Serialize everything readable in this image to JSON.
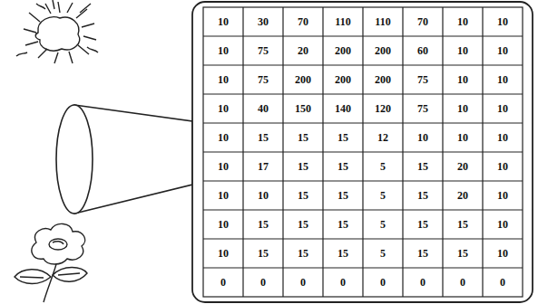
{
  "diagram": {
    "labels": [
      "10",
      "30",
      "70",
      "110",
      "110",
      "70",
      "10",
      "10",
      "10",
      "75",
      "20",
      "200",
      "200",
      "60",
      "10",
      "10",
      "10",
      "75",
      "200",
      "200",
      "200",
      "75",
      "10",
      "10",
      "10",
      "40",
      "150",
      "140",
      "120",
      "75",
      "10",
      "10",
      "10",
      "15",
      "15",
      "15",
      "12",
      "10",
      "10",
      "10",
      "10",
      "17",
      "15",
      "15",
      "5",
      "15",
      "20",
      "10",
      "10",
      "10",
      "15",
      "15",
      "5",
      "15",
      "20",
      "10",
      "10",
      "15",
      "15",
      "15",
      "5",
      "15",
      "15",
      "10",
      "10",
      "15",
      "15",
      "15",
      "5",
      "15",
      "15",
      "10",
      "0",
      "0",
      "0",
      "0",
      "0",
      "0",
      "0",
      "0"
    ]
  }
}
